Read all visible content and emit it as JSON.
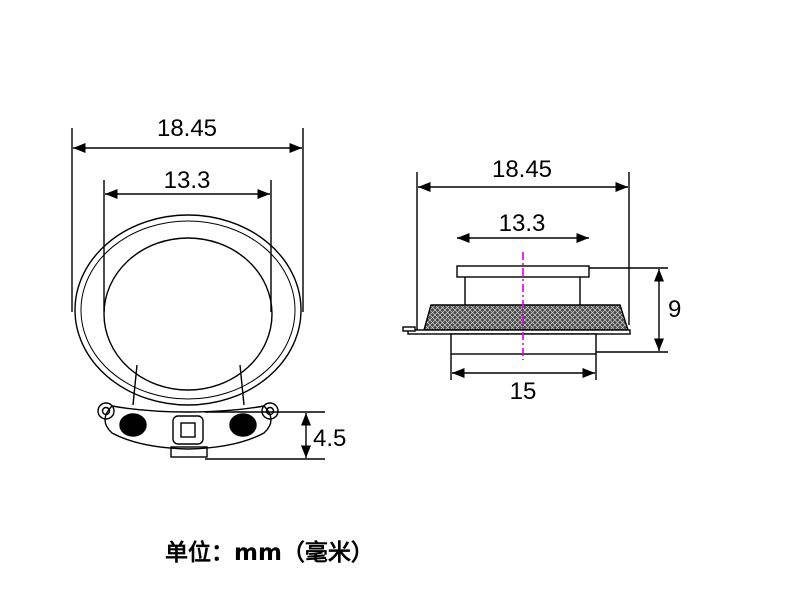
{
  "front_view": {
    "outer_diameter": "18.45",
    "inner_diameter": "13.3",
    "terminal_height": "4.5"
  },
  "side_view": {
    "outer_diameter": "18.45",
    "top_diameter": "13.3",
    "height": "9",
    "base_diameter": "15"
  },
  "unit_label": "单位：mm（毫米）",
  "colors": {
    "line": "#000000",
    "axis": "#e000e0",
    "mesh_bg": "#4a4a4a",
    "mesh_line": "#cfcfcf"
  }
}
